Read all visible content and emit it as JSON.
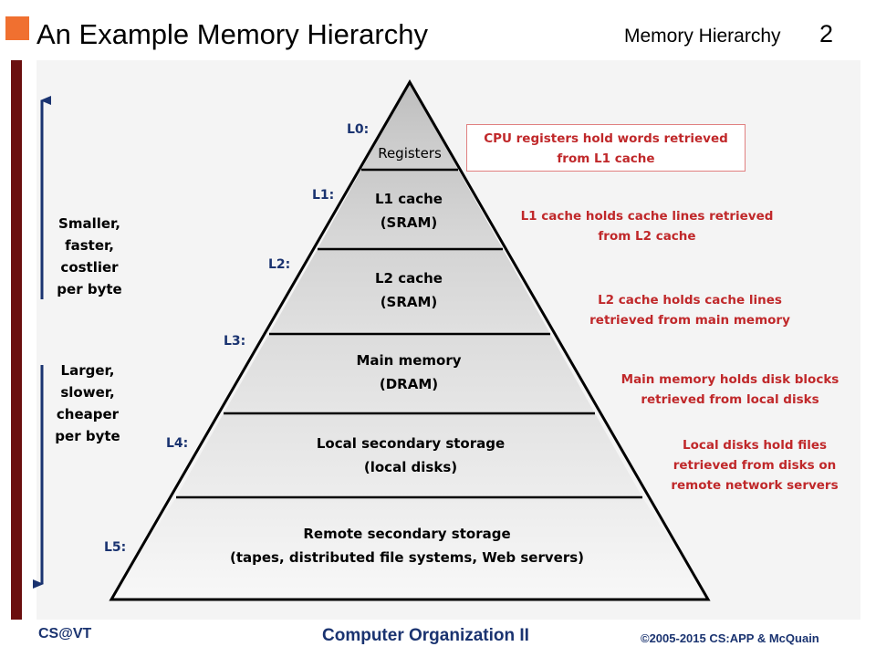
{
  "header": {
    "title": "An Example Memory Hierarchy",
    "topic": "Memory Hierarchy",
    "page_number": "2"
  },
  "sidebar": {
    "top_note": "Smaller,\nfaster,\ncostlier\nper byte",
    "bottom_note": "Larger,\nslower,\ncheaper\nper byte"
  },
  "levels": [
    {
      "label": "L0:",
      "tier": "Registers",
      "note": "CPU registers hold words retrieved\nfrom L1 cache"
    },
    {
      "label": "L1:",
      "tier": "L1 cache\n(SRAM)",
      "note": "L1 cache holds cache lines retrieved\nfrom L2 cache"
    },
    {
      "label": "L2:",
      "tier": "L2 cache\n(SRAM)",
      "note": "L2 cache holds cache lines\nretrieved from main memory"
    },
    {
      "label": "L3:",
      "tier": "Main memory\n(DRAM)",
      "note": "Main memory holds disk blocks\nretrieved from local disks"
    },
    {
      "label": "L4:",
      "tier": "Local secondary storage\n(local disks)",
      "note": "Local disks hold files\nretrieved from disks on\nremote network servers"
    },
    {
      "label": "L5:",
      "tier": "Remote secondary storage\n(tapes, distributed file systems, Web servers)",
      "note": ""
    }
  ],
  "footer": {
    "left": "CS@VT",
    "center": "Computer Organization II",
    "right": "©2005-2015 CS:APP & McQuain"
  },
  "colors": {
    "accent_square": "#f07030",
    "left_bar": "#6b0f0f",
    "annotation_text": "#c0282a",
    "level_label": "#1a3370",
    "arrow": "#1a3370"
  }
}
